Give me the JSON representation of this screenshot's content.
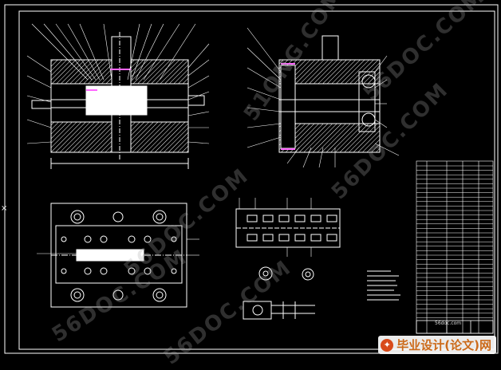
{
  "watermarks": [
    "56DOC.COM",
    "56DOC.COM",
    "56DOC.COM",
    "56DOC.COM",
    "56DOC.COM",
    "51ONG.COM"
  ],
  "brand": {
    "text": "毕业设计(论文)网",
    "logo": "logo-badge-icon"
  },
  "source_tag": "56doc.com",
  "side_mark": "×",
  "colors": {
    "line": "#ffffff",
    "accent": "#ff66ff",
    "background": "#000000",
    "brand": "#cc6a1a"
  }
}
